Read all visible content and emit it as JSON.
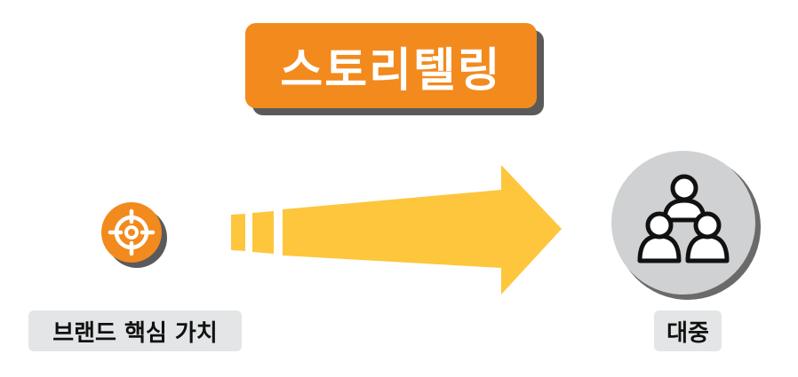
{
  "title": "스토리텔링",
  "source_label": "브랜드 핵심 가치",
  "target_label": "대중",
  "icons": {
    "source": "target-icon",
    "destination": "people-group-icon",
    "connector": "arrow-right-icon"
  },
  "colors": {
    "title_bg": "#f28a1e",
    "title_shadow": "#5a5a5a",
    "title_text": "#ffffff",
    "target_circle": "#f28a1e",
    "arrow": "#fdc63d",
    "people_circle": "#cfd1d3",
    "label_bg": "#e4e5e6"
  }
}
